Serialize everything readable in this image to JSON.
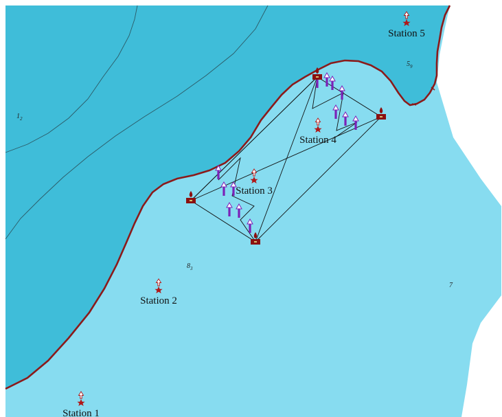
{
  "colors": {
    "deep_water": "#3fbdd9",
    "shallow_water": "#87dcf0",
    "coastline": "#8b1a1a",
    "contour": "#2c5a66",
    "station_star": "#b01818",
    "buoy": "#8b1010",
    "arrow": "#7b22b8",
    "track": "#111111"
  },
  "stations": [
    {
      "id": "st1",
      "label": "Station 1"
    },
    {
      "id": "st2",
      "label": "Station 2"
    },
    {
      "id": "st3",
      "label": "Station 3"
    },
    {
      "id": "st4",
      "label": "Station 4"
    },
    {
      "id": "st5",
      "label": "Station 5"
    }
  ],
  "soundings": [
    {
      "id": "s12",
      "main": "1",
      "sub": "2"
    },
    {
      "id": "s59",
      "main": "5",
      "sub": "9"
    },
    {
      "id": "s83",
      "main": "8",
      "sub": "3"
    },
    {
      "id": "s7",
      "main": "7",
      "sub": ""
    }
  ],
  "buoys": [
    {
      "id": "buoy-north"
    },
    {
      "id": "buoy-east"
    },
    {
      "id": "buoy-west"
    },
    {
      "id": "buoy-south"
    }
  ]
}
